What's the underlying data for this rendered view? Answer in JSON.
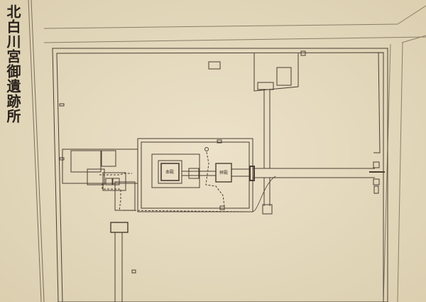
{
  "map": {
    "title": "北白川宮御遺跡所",
    "labels": {
      "main_hall": "本殿",
      "worship_hall": "拝殿"
    },
    "colors": {
      "paper": "#e6dbc1",
      "ink": "#4a3f33",
      "faint": "#9c8f78"
    }
  }
}
